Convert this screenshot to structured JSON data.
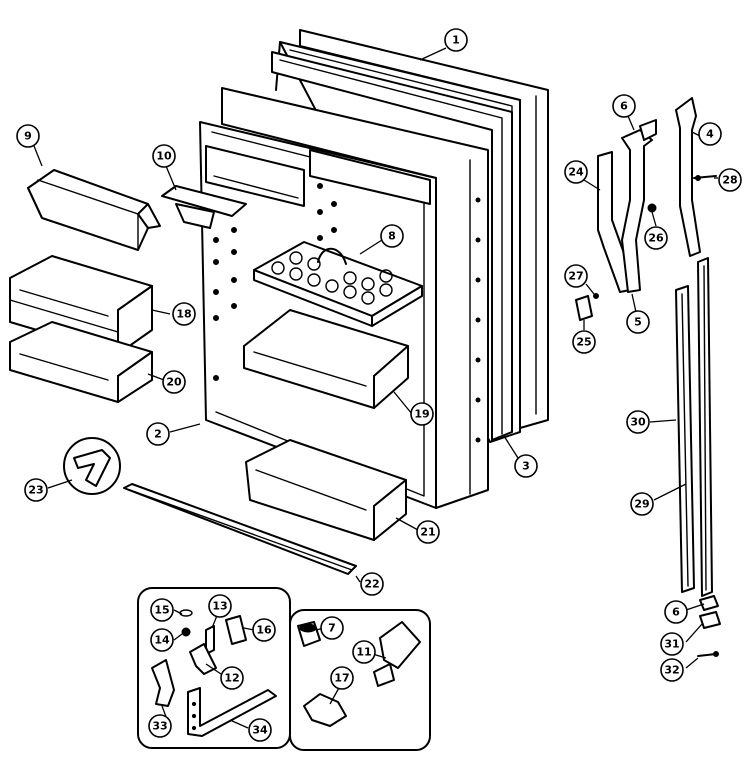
{
  "callouts": [
    {
      "id": "c1",
      "label": "1"
    },
    {
      "id": "c2",
      "label": "2"
    },
    {
      "id": "c3",
      "label": "3"
    },
    {
      "id": "c4",
      "label": "4"
    },
    {
      "id": "c5",
      "label": "5"
    },
    {
      "id": "c6a",
      "label": "6"
    },
    {
      "id": "c6b",
      "label": "6"
    },
    {
      "id": "c7",
      "label": "7"
    },
    {
      "id": "c8",
      "label": "8"
    },
    {
      "id": "c9",
      "label": "9"
    },
    {
      "id": "c10",
      "label": "10"
    },
    {
      "id": "c11",
      "label": "11"
    },
    {
      "id": "c12",
      "label": "12"
    },
    {
      "id": "c13",
      "label": "13"
    },
    {
      "id": "c14",
      "label": "14"
    },
    {
      "id": "c15",
      "label": "15"
    },
    {
      "id": "c16",
      "label": "16"
    },
    {
      "id": "c17",
      "label": "17"
    },
    {
      "id": "c18",
      "label": "18"
    },
    {
      "id": "c19",
      "label": "19"
    },
    {
      "id": "c20",
      "label": "20"
    },
    {
      "id": "c21",
      "label": "21"
    },
    {
      "id": "c22",
      "label": "22"
    },
    {
      "id": "c23",
      "label": "23"
    },
    {
      "id": "c24",
      "label": "24"
    },
    {
      "id": "c25",
      "label": "25"
    },
    {
      "id": "c26",
      "label": "26"
    },
    {
      "id": "c27",
      "label": "27"
    },
    {
      "id": "c28",
      "label": "28"
    },
    {
      "id": "c29",
      "label": "29"
    },
    {
      "id": "c30",
      "label": "30"
    },
    {
      "id": "c31",
      "label": "31"
    },
    {
      "id": "c32",
      "label": "32"
    },
    {
      "id": "c33",
      "label": "33"
    },
    {
      "id": "c34",
      "label": "34"
    }
  ]
}
